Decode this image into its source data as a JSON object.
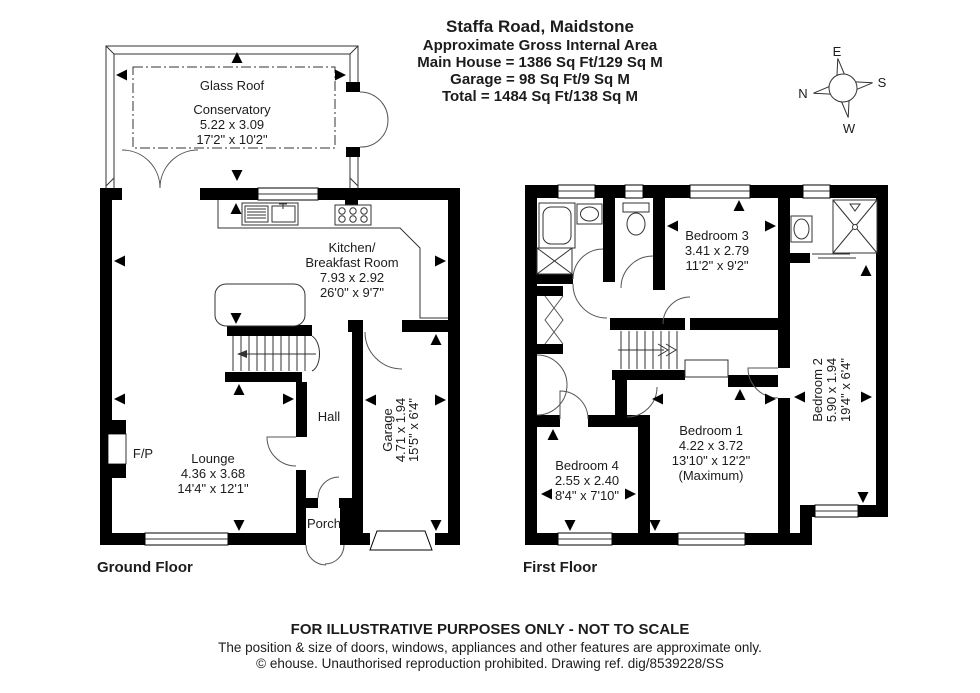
{
  "title_block": {
    "address": "Staffa Road, Maidstone",
    "subtitle": "Approximate Gross Internal Area",
    "main_house": "Main House = 1386 Sq Ft/129 Sq M",
    "garage": "Garage = 98 Sq Ft/9 Sq M",
    "total": "Total = 1484 Sq Ft/138 Sq M"
  },
  "compass": {
    "north": "N",
    "east": "E",
    "south": "S",
    "west": "W"
  },
  "ground_floor": {
    "label": "Ground Floor",
    "conservatory": {
      "glass_roof": "Glass Roof",
      "name": "Conservatory",
      "metric": "5.22 x 3.09",
      "imperial": "17'2\" x 10'2\""
    },
    "kitchen": {
      "name_line1": "Kitchen/",
      "name_line2": "Breakfast Room",
      "metric": "7.93 x 2.92",
      "imperial": "26'0\" x 9'7\""
    },
    "lounge": {
      "name": "Lounge",
      "metric": "4.36 x 3.68",
      "imperial": "14'4\" x 12'1\""
    },
    "hall": {
      "name": "Hall"
    },
    "porch": {
      "name": "Porch"
    },
    "fireplace": {
      "name": "F/P"
    },
    "garage": {
      "name": "Garage",
      "metric": "4.71 x 1.94",
      "imperial": "15'5\" x 6'4\""
    }
  },
  "first_floor": {
    "label": "First Floor",
    "bedroom1": {
      "name": "Bedroom 1",
      "metric": "4.22 x 3.72",
      "imperial": "13'10\" x 12'2\"",
      "note": "(Maximum)"
    },
    "bedroom2": {
      "name": "Bedroom 2",
      "metric": "5.90 x 1.94",
      "imperial": "19'4\" x 6'4\""
    },
    "bedroom3": {
      "name": "Bedroom 3",
      "metric": "3.41 x 2.79",
      "imperial": "11'2\" x 9'2\""
    },
    "bedroom4": {
      "name": "Bedroom 4",
      "metric": "2.55 x 2.40",
      "imperial": "8'4\" x 7'10\""
    }
  },
  "footer": {
    "disclaimer": "FOR ILLUSTRATIVE PURPOSES ONLY - NOT TO SCALE",
    "approx_note": "The position & size of doors, windows, appliances and other features are approximate only.",
    "copyright": "© ehouse. Unauthorised reproduction prohibited. Drawing ref. dig/8539228/SS"
  },
  "colors": {
    "wall": "#000000",
    "background": "#ffffff",
    "text": "#1c1c1c"
  }
}
